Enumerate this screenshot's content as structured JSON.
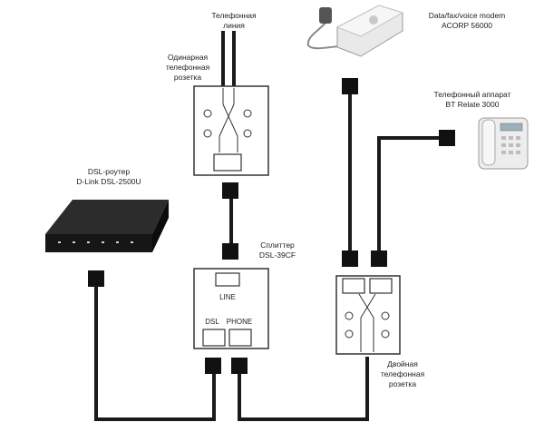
{
  "labels": {
    "phone_line": [
      "Телефонная",
      "линия"
    ],
    "single_socket": [
      "Одинарная",
      "телефонная",
      "розетка"
    ],
    "modem": [
      "Data/fax/voice modem",
      "ACORP 56000"
    ],
    "phone_set": [
      "Телефонный аппарат",
      "BT Relate 3000"
    ],
    "dsl_router": [
      "DSL-роутер",
      "D-Link DSL-2500U"
    ],
    "splitter": [
      "Сплиттер",
      "DSL-39CF"
    ],
    "splitter_line": "LINE",
    "splitter_dsl": "DSL",
    "splitter_phone": "PHONE",
    "double_socket": [
      "Двойная",
      "телефонная",
      "розетка"
    ]
  },
  "colors": {
    "line": "#1a1a1a",
    "plug": "#111111",
    "box_stroke": "#333333",
    "device_dark": "#1c1c1c",
    "device_light": "#e9e9e9"
  }
}
